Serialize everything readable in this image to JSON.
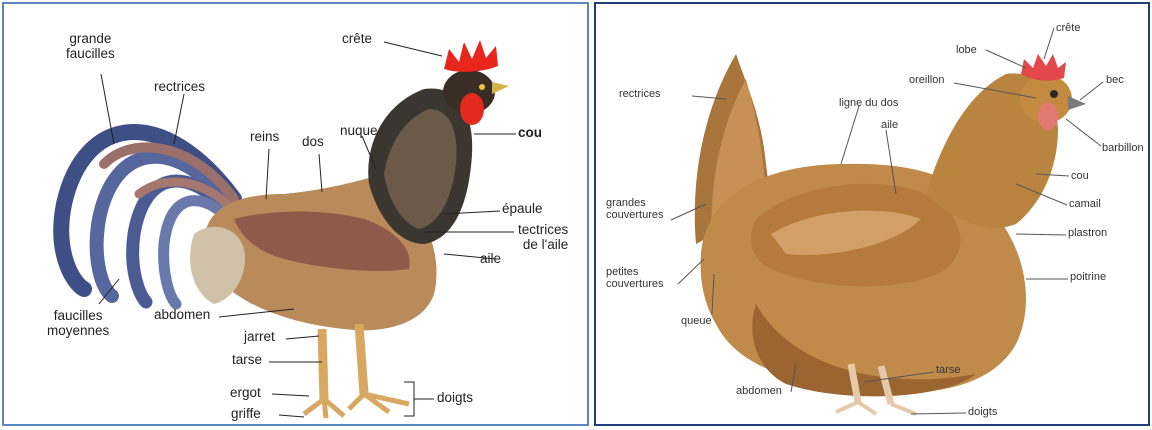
{
  "rooster": {
    "labels": {
      "grande_faucilles": "grande\nfaucilles",
      "rectrices": "rectrices",
      "crete": "crête",
      "reins": "reins",
      "dos": "dos",
      "nuque": "nuque",
      "cou": "cou",
      "epaule": "épaule",
      "tectrices": "tectrices\nde l'aile",
      "aile": "aile",
      "faucilles_moyennes": "faucilles\nmoyennes",
      "abdomen": "abdomen",
      "jarret": "jarret",
      "tarse": "tarse",
      "ergot": "ergot",
      "griffe": "griffe",
      "doigts": "doigts"
    }
  },
  "hen": {
    "labels": {
      "crete": "crête",
      "lobe": "lobe",
      "oreillon": "oreillon",
      "bec": "bec",
      "rectrices": "rectrices",
      "ligne_du_dos": "ligne du dos",
      "aile": "aile",
      "barbillon": "barbillon",
      "cou": "cou",
      "camail": "camail",
      "grandes_couvertures": "grandes\ncouvertures",
      "plastron": "plastron",
      "petites_couvertures": "petites\ncouvertures",
      "poitrine": "poitrine",
      "queue": "queue",
      "tarse": "tarse",
      "abdomen": "abdomen",
      "doigts": "doigts"
    }
  },
  "colors": {
    "left_border": "#5b86c4",
    "right_border": "#1f3e7a",
    "comb_red": "#e8261c",
    "tail_blue": "#4a5f98",
    "hen_brown": "#c08a4a"
  }
}
